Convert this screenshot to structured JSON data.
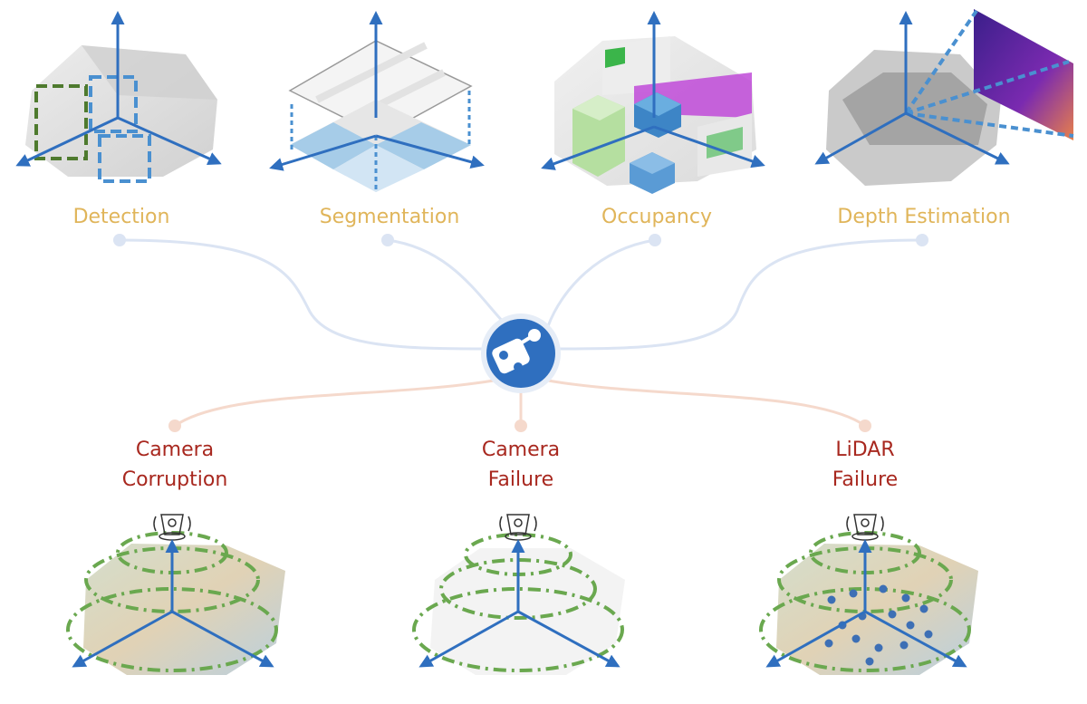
{
  "tasks": {
    "detection": "Detection",
    "segmentation": "Segmentation",
    "occupancy": "Occupancy",
    "depth": "Depth Estimation"
  },
  "scenarios": {
    "camera_corruption": [
      "Camera",
      "Corruption"
    ],
    "camera_failure": [
      "Camera",
      "Failure"
    ],
    "lidar_failure": [
      "LiDAR",
      "Failure"
    ]
  },
  "colors": {
    "task_text": "#e0b55a",
    "scenario_text": "#a8281f",
    "task_link": "#dbe4f3",
    "scenario_link": "#f5d9cc",
    "axis": "#2f6fbf",
    "hub": "#2f6fbf",
    "ring": "#6aa84f"
  }
}
